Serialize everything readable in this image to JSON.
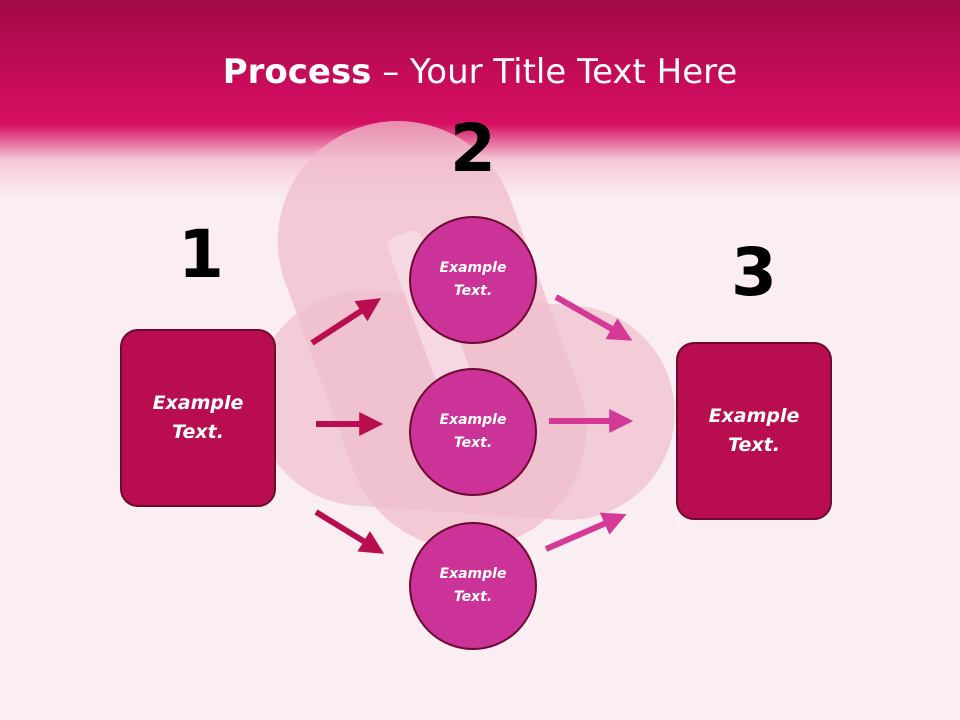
{
  "title": {
    "bold": "Process",
    "rest": " – Your Title Text Here"
  },
  "steps": [
    {
      "number": "1",
      "text": "Example Text."
    },
    {
      "number": "2",
      "items": [
        {
          "text": "Example Text."
        },
        {
          "text": "Example Text."
        },
        {
          "text": "Example Text."
        }
      ]
    },
    {
      "number": "3",
      "text": "Example Text."
    }
  ],
  "colors": {
    "header": "#cb0c5c",
    "box_fill": "#b80d4e",
    "circle_fill": "#cc3399",
    "arrow_left": "#b80d4e",
    "arrow_right": "#d43a95"
  }
}
